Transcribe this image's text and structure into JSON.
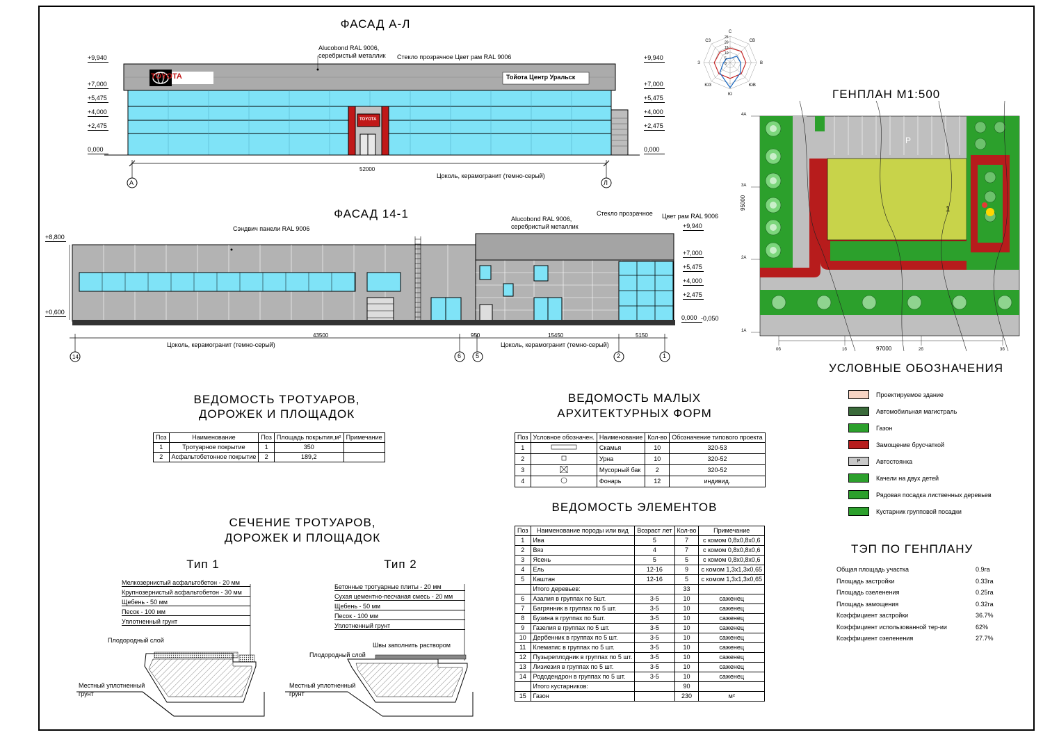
{
  "facade_al": {
    "title": "ФАСАД А-Л",
    "levels_left": [
      "+9,940",
      "+7,000",
      "+5,475",
      "+4,000",
      "+2,475",
      "0,000"
    ],
    "levels_right": [
      "+9,940",
      "+7,000",
      "+5,475",
      "+4,000",
      "+2,475",
      "0,000"
    ],
    "note_alucobond": "Alucobond RAL 9006,",
    "note_alucobond2": "серебристый металлик",
    "note_glass": "Стекло прозрачное Цвет рам RAL 9006",
    "logo_text": "TOYOTA",
    "sign_text": "Тойота Центр Уральск",
    "entrance_sign": "TOYOTA",
    "dim": "52000",
    "plinth": "Цоколь, керамогранит (темно-серый)",
    "axis_left": "А",
    "axis_right": "Л"
  },
  "facade_141": {
    "title": "ФАСАД 14-1",
    "note_sandwich": "Сэндвич панели RAL 9006",
    "note_alucobond": "Alucobond RAL 9006,",
    "note_alucobond2": "серебристый металлик",
    "note_glass": "Стекло прозрачное",
    "note_frame": "Цвет рам RAL 9006",
    "level_top_left": "+8,800",
    "level_bottom_left": "+0,600",
    "levels_right": [
      "+9,940",
      "+7,000",
      "+5,475",
      "+4,000",
      "+2,475"
    ],
    "level_zero": "0,000",
    "level_minus": "-0,050",
    "dim_1": "43500",
    "dim_2": "950",
    "dim_3": "15450",
    "dim_4": "5150",
    "plinth_1": "Цоколь, керамогранит (темно-серый)",
    "plinth_2": "Цоколь, керамогранит (темно-серый)",
    "axes": [
      "14",
      "6",
      "5",
      "2",
      "1"
    ]
  },
  "wind_rose": {
    "labels": [
      "С",
      "СВ",
      "В",
      "ЮВ",
      "Ю",
      "ЮЗ",
      "З",
      "СЗ"
    ],
    "ticks": [
      "25",
      "20",
      "15",
      "10",
      "5",
      "0"
    ]
  },
  "genplan": {
    "title": "ГЕНПЛАН М1:500",
    "parking_label": "Р",
    "building_label": "1",
    "dim_width": "97000",
    "dim_height": "95000",
    "axes_left": [
      "4А",
      "3А",
      "2А",
      "1А"
    ],
    "axes_bottom": [
      "0б",
      "1б",
      "2б",
      "3б"
    ]
  },
  "legend": {
    "title": "УСЛОВНЫЕ ОБОЗНАЧЕНИЯ",
    "items": [
      {
        "label": "Проектируемое здание",
        "color": "#f8d4c4"
      },
      {
        "label": "Автомобильная магистраль",
        "color": "#3a6a3a"
      },
      {
        "label": "Газон",
        "color": "#2ca02c"
      },
      {
        "label": "Замощение брусчаткой",
        "color": "#b71c1c"
      },
      {
        "label": "Автостоянка",
        "color": "#c8c8c8",
        "mark": "Р"
      },
      {
        "label": "Качели на двух детей",
        "color": "#2ca02c"
      },
      {
        "label": "Рядовая посадка лиственных деревьев",
        "color": "#2ca02c"
      },
      {
        "label": "Кустарник групповой посадки",
        "color": "#2ca02c"
      }
    ]
  },
  "sidewalks": {
    "title1": "ВЕДОМОСТЬ ТРОТУАРОВ,",
    "title2": "ДОРОЖЕК И ПЛОЩАДОК",
    "headers": [
      "Поз",
      "Наименование",
      "Поз",
      "Площадь покрытия,м²",
      "Примечание"
    ],
    "rows": [
      [
        "1",
        "Тротуарное покрытие",
        "1",
        "350",
        ""
      ],
      [
        "2",
        "Асфальтобетонное покрытие",
        "2",
        "189,2",
        ""
      ]
    ]
  },
  "maf": {
    "title1": "ВЕДОМОСТЬ МАЛЫХ",
    "title2": "АРХИТЕКТУРНЫХ ФОРМ",
    "headers": [
      "Поз",
      "Условное обозначен.",
      "Наименование",
      "Кол-во",
      "Обозначение типового проекта"
    ],
    "rows": [
      [
        "1",
        "",
        "Скамья",
        "10",
        "320-53"
      ],
      [
        "2",
        "",
        "Урна",
        "10",
        "320-52"
      ],
      [
        "3",
        "",
        "Мусорный бак",
        "2",
        "320-52"
      ],
      [
        "4",
        "",
        "Фонарь",
        "12",
        "индивид."
      ]
    ]
  },
  "elements": {
    "title": "ВЕДОМОСТЬ ЭЛЕМЕНТОВ",
    "headers": [
      "Поз",
      "Наименование породы или вид",
      "Возраст лет",
      "Кол-во",
      "Примечание"
    ],
    "rows": [
      [
        "1",
        "Ива",
        "5",
        "7",
        "с комом 0,8х0,8х0,6"
      ],
      [
        "2",
        "Вяз",
        "4",
        "7",
        "с комом 0,8х0,8х0,6"
      ],
      [
        "3",
        "Ясень",
        "5",
        "5",
        "с комом 0,8х0,8х0,6"
      ],
      [
        "4",
        "Ель",
        "12-16",
        "9",
        "с комом 1,3х1,3х0,65"
      ],
      [
        "5",
        "Каштан",
        "12-16",
        "5",
        "с комом 1,3х1,3х0,65"
      ],
      [
        "",
        "Итого деревьев:",
        "",
        "33",
        ""
      ],
      [
        "6",
        "Азалия в группах по 5шт.",
        "3-5",
        "10",
        "саженец"
      ],
      [
        "7",
        "Багрянник в группах по 5 шт.",
        "3-5",
        "10",
        "саженец"
      ],
      [
        "8",
        "Бузина в группах по 5шт.",
        "3-5",
        "10",
        "саженец"
      ],
      [
        "9",
        "Газелия в группах по 5 шт.",
        "3-5",
        "10",
        "саженец"
      ],
      [
        "10",
        "Дербенник в группах по 5 шт.",
        "3-5",
        "10",
        "саженец"
      ],
      [
        "11",
        "Клематис в группах по 5 шт.",
        "3-5",
        "10",
        "саженец"
      ],
      [
        "12",
        "Пузыреплодник в группах по 5 шт.",
        "3-5",
        "10",
        "саженец"
      ],
      [
        "13",
        "Лизиезия в группах по 5 шт.",
        "3-5",
        "10",
        "саженец"
      ],
      [
        "14",
        "Рододендрон в группах по 5 шт.",
        "3-5",
        "10",
        "саженец"
      ],
      [
        "",
        "Итого кустарников:",
        "",
        "90",
        ""
      ],
      [
        "15",
        "Газон",
        "",
        "230",
        "м²"
      ]
    ]
  },
  "section": {
    "title1": "СЕЧЕНИЕ ТРОТУАРОВ,",
    "title2": "ДОРОЖЕК И ПЛОЩАДОК",
    "type1": {
      "title": "Тип 1",
      "layers": [
        "Мелкозернистый асфальтобетон - 20 мм",
        "Крупнозернистый асфальтобетон - 30 мм",
        "Щебень - 50 мм",
        "Песок - 100 мм",
        "Уплотненный грунт"
      ],
      "fertile": "Плодородный слой",
      "ground1": "Местный уплотненный",
      "ground2": "грунт"
    },
    "type2": {
      "title": "Тип 2",
      "layers": [
        "Бетонные тротуарные плиты - 20 мм",
        "Сухая цементно-песчаная смесь - 20 мм",
        "Щебень - 50 мм",
        "Песок - 100 мм",
        "Уплотненный грунт"
      ],
      "joints": "Швы заполнить раствором",
      "fertile": "Плодородный слой",
      "ground1": "Местный уплотненный",
      "ground2": "грунт"
    }
  },
  "tep": {
    "title": "ТЭП ПО ГЕНПЛАНУ",
    "rows": [
      [
        "Общая площадь участка",
        "0.9га"
      ],
      [
        "Площадь застройки",
        "0.33га"
      ],
      [
        "Площадь озеленения",
        "0.25га"
      ],
      [
        "Площадь замощения",
        "0.32га"
      ],
      [
        "Коэффициент застройки",
        "36.7%"
      ],
      [
        "Коэффициент использованной тер-ии",
        "62%"
      ],
      [
        "Коэффициент озеленения",
        "27.7%"
      ]
    ]
  }
}
